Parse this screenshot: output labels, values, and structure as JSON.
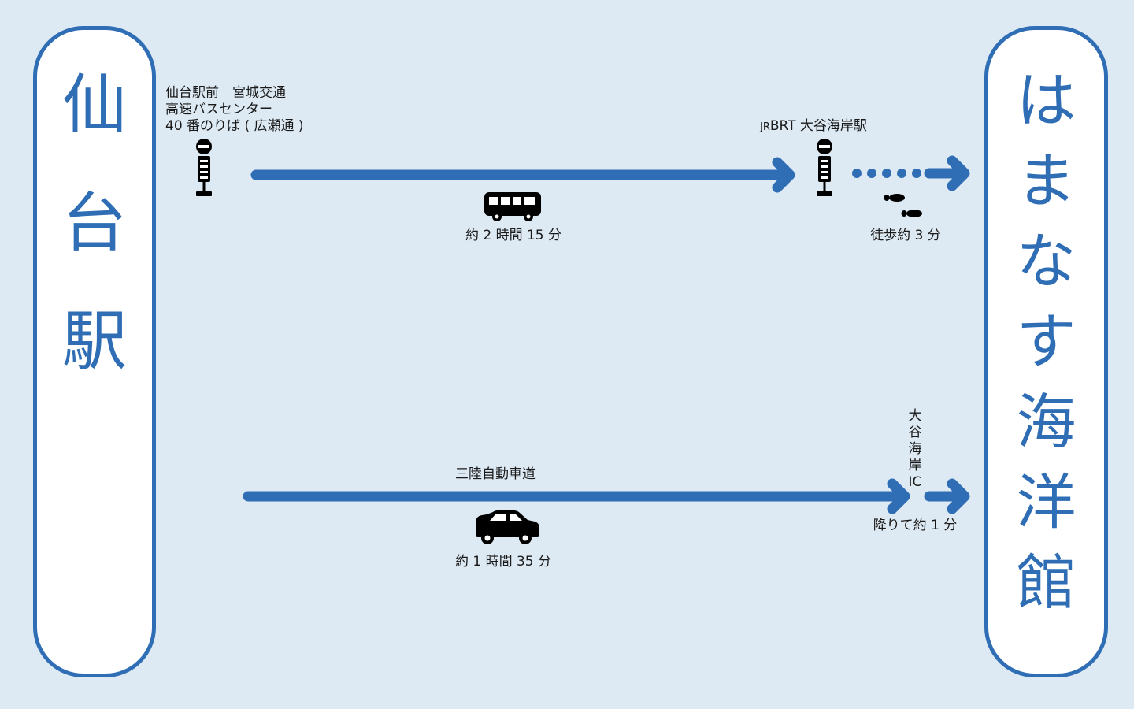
{
  "origin": {
    "name_chars": [
      "仙",
      "台",
      "駅"
    ]
  },
  "destination": {
    "name_chars": [
      "は",
      "ま",
      "な",
      "す",
      "海",
      "洋",
      "館"
    ]
  },
  "bus_route": {
    "start_stop": {
      "line1": "仙台駅前　宮城交通",
      "line2": "高速バスセンター",
      "line3": "40 番のりば ( 広瀬通 )"
    },
    "transfer_stop": {
      "prefix": "JR",
      "name": "BRT 大谷海岸駅"
    },
    "bus_duration": "約 2 時間 15 分",
    "walk_duration": "徒歩約 3 分"
  },
  "car_route": {
    "road": "三陸自動車道",
    "exit_chars": [
      "大",
      "谷",
      "海",
      "岸",
      "IC"
    ],
    "car_duration": "約 1 時間 35 分",
    "exit_duration": "降りて約 1 分"
  },
  "colors": {
    "accent": "#2f6db5",
    "background": "#dde9f3",
    "panel": "#ffffff",
    "icon": "#000000"
  },
  "icons": [
    "bus-stop-icon",
    "bus-icon",
    "footprints-icon",
    "car-icon"
  ]
}
